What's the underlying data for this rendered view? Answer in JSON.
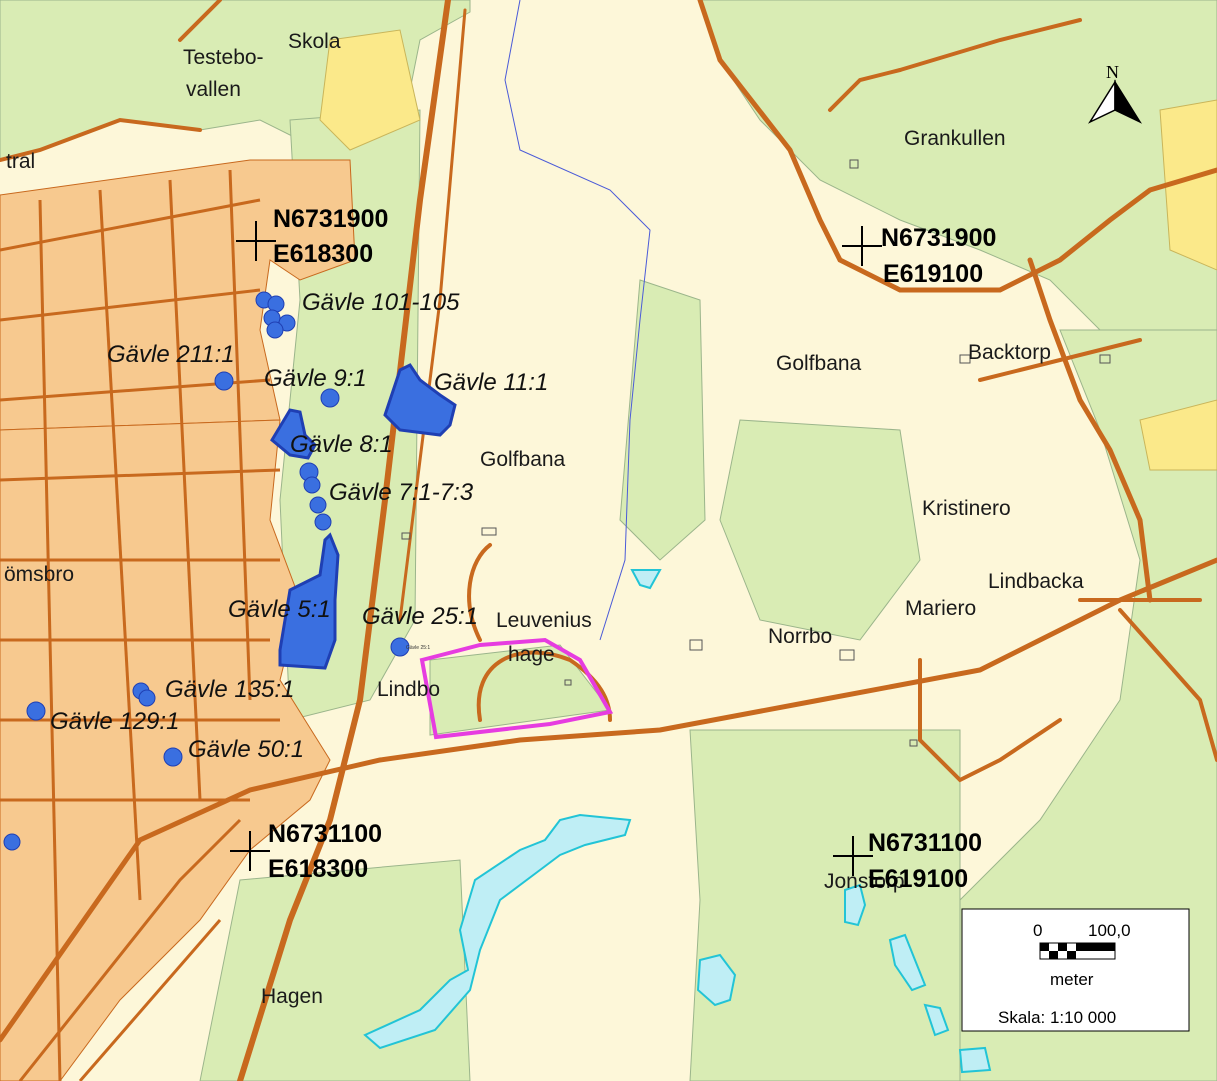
{
  "place_labels": {
    "skola": "Skola",
    "testebo_1": "Testebo-",
    "testebo_2": "vallen",
    "tral": "tral",
    "grankullen": "Grankullen",
    "golfbana_east": "Golfbana",
    "backtorp": "Backtorp",
    "golfbana_mid": "Golfbana",
    "kristinero": "Kristinero",
    "lindbacka": "Lindbacka",
    "mariero": "Mariero",
    "norrbo": "Norrbo",
    "omsbro": "ömsbro",
    "leuvenius_1": "Leuvenius",
    "leuvenius_2": "hage",
    "lindbo": "Lindbo",
    "jonstorp": "Jonstorp",
    "hagen": "Hagen",
    "tiny_tag": "Gävle 25:1"
  },
  "sites": {
    "g101": "Gävle 101-105",
    "g211": "Gävle 211:1",
    "g9": "Gävle 9:1",
    "g11": "Gävle 11:1",
    "g8": "Gävle 8:1",
    "g7": "Gävle 7:1-7:3",
    "g5": "Gävle 5:1",
    "g25": "Gävle 25:1",
    "g135": "Gävle 135:1",
    "g129": "Gävle 129:1",
    "g50": "Gävle 50:1"
  },
  "coordinates": [
    {
      "n": "N6731900",
      "e": "E618300"
    },
    {
      "n": "N6731900",
      "e": "E619100"
    },
    {
      "n": "N6731100",
      "e": "E618300"
    },
    {
      "n": "N6731100",
      "e": "E619100"
    }
  ],
  "north_arrow": {
    "label": "N"
  },
  "scale_bar": {
    "zero": "0",
    "max": "100,0",
    "unit": "meter",
    "scale_text": "Skala: 1:10 000"
  },
  "colors": {
    "urban": "#f7c98f",
    "field": "#fdf7d9",
    "forest": "#d9ecb4",
    "road": "#c8691e",
    "water": "#bfeef5",
    "water_edge": "#22c4d6",
    "site_fill": "#3a6fe0",
    "site_edge": "#1f3fb3",
    "highlight": "#e63ce0"
  }
}
